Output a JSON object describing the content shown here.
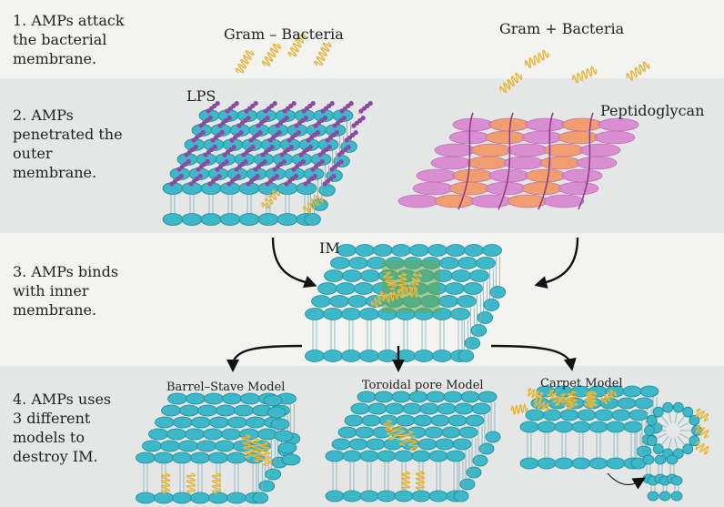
{
  "steps": [
    "1. AMPs attack\nthe bacterial\nmembrane.",
    "2. AMPs\npenetrated the\nouter\nmembrane.",
    "3. AMPs binds\nwith inner\nmembrane.",
    "4. AMPs uses\n3 different\nmodels to\ndestroy IM."
  ],
  "labels": {
    "gram_neg": "Gram – Bacteria",
    "gram_pos": "Gram + Bacteria",
    "lps": "LPS",
    "peptidoglycan": "Peptidoglycan",
    "im": "IM"
  },
  "models": [
    "Barrel–Stave Model",
    "Toroidal pore Model",
    "Carpet Model"
  ],
  "colors": {
    "lipid_head": "#3cb8c8",
    "lipid_edge": "#1f8a99",
    "amp": "#e6b53a",
    "lps": "#8a4aa0",
    "peptidoglycan_pink": "#d98ad0",
    "peptidoglycan_orange": "#f39a6a",
    "pore_green": "#6aa84f",
    "arrow": "#111111"
  }
}
